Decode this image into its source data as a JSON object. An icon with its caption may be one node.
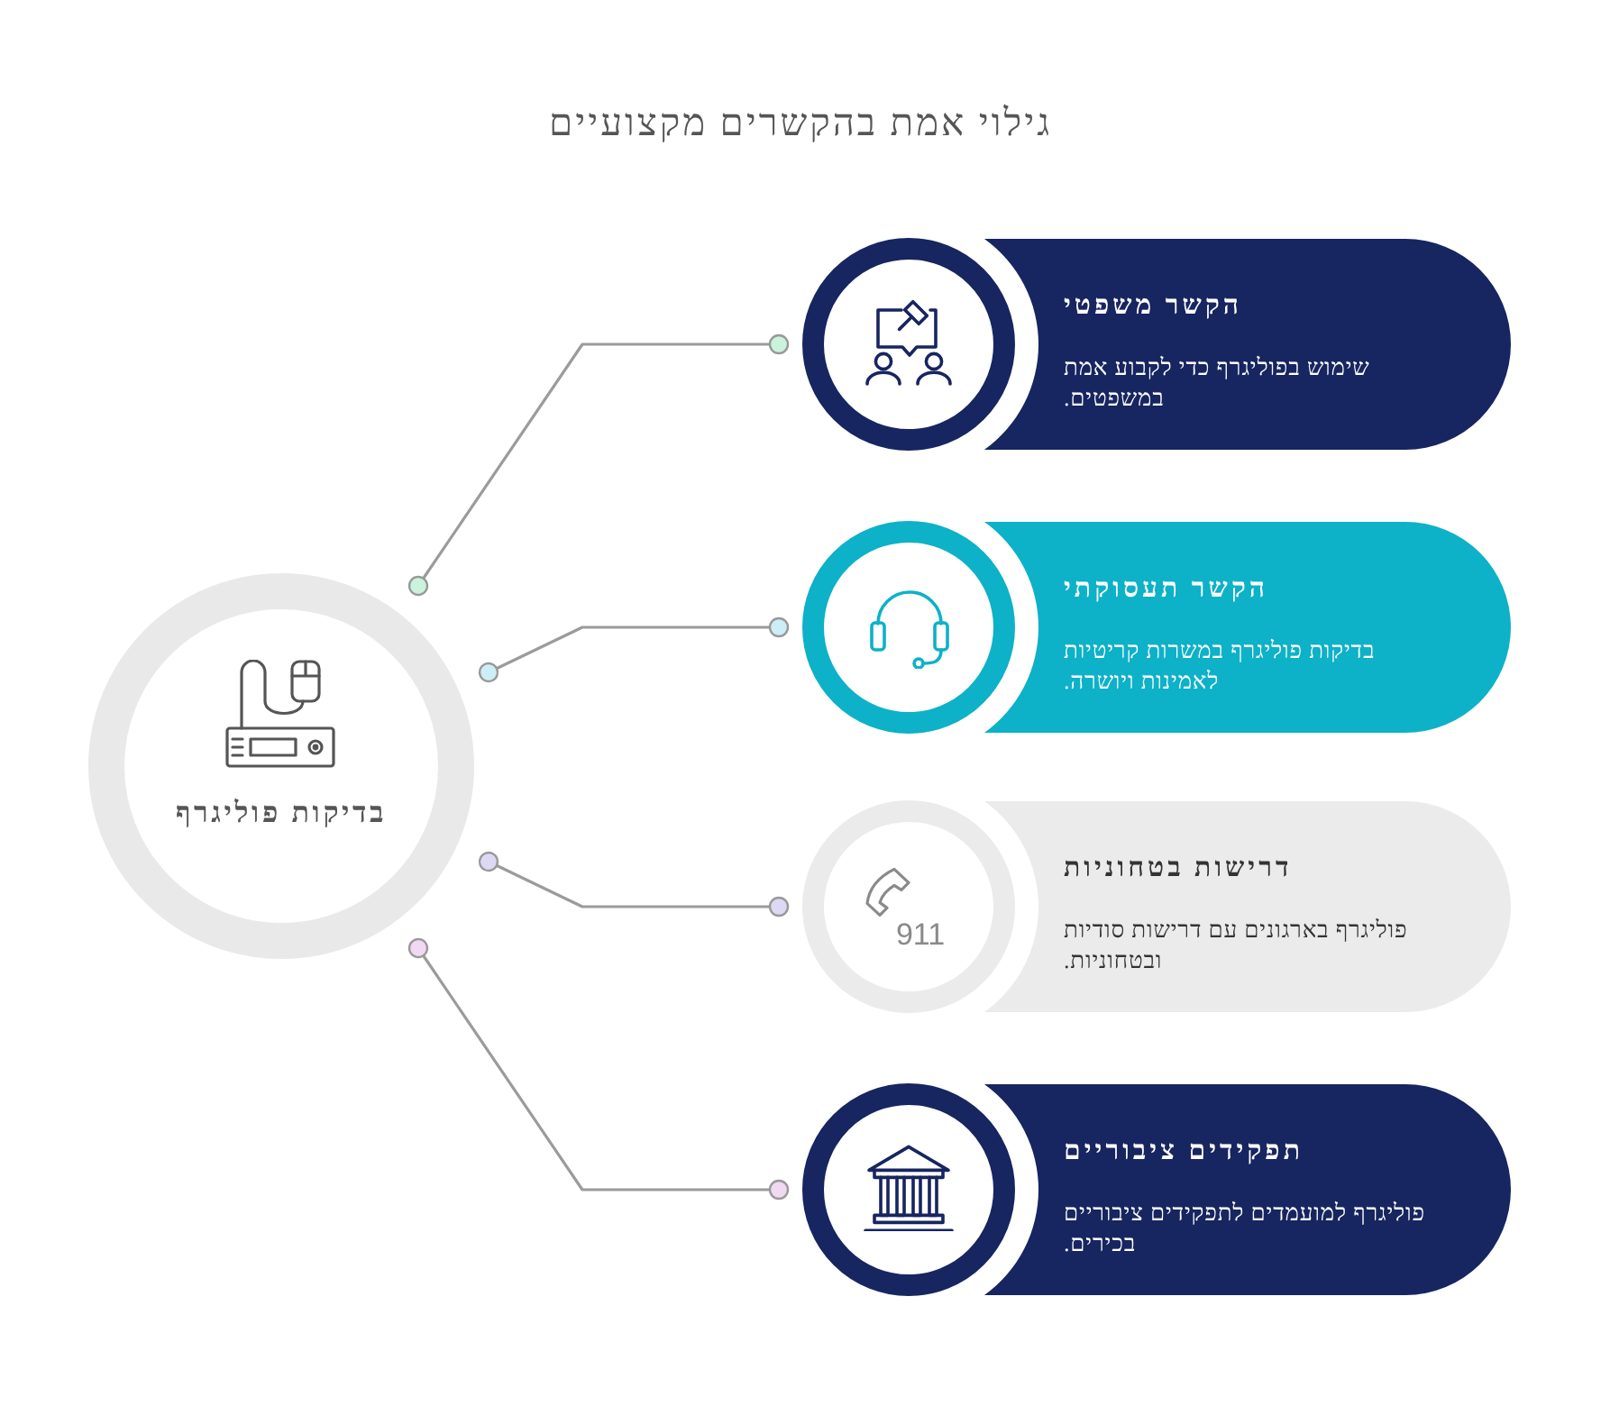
{
  "diagram": {
    "title": "גילוי אמת בהקשרים מקצועיים",
    "nodes": [
      {
        "text": [
          "בדיקות פוליגרף"
        ]
      },
      {
        "text": [
          "הקשר משפטי",
          "שימוש בפוליגרף כדי לקבוע אמת במשפטים."
        ]
      },
      {
        "text": [
          "הקשר תעסוקתי",
          "בדיקות פוליגרף במשרות קריטיות לאמינות ויושרה."
        ]
      },
      {
        "text": [
          "דרישות בטחוניות",
          "פוליגרף בארגונים עם דרישות סודיות ובטחוניות."
        ]
      },
      {
        "text": [
          "תפקידים ציבוריים",
          "פוליגרף למועמדים לתפקידים ציבוריים בכירים."
        ]
      }
    ],
    "edges": [
      {
        "from": 0,
        "to": 1,
        "arrow": "other"
      },
      {
        "from": 0,
        "to": 2,
        "arrow": "other"
      },
      {
        "from": 0,
        "to": 3,
        "arrow": "other"
      },
      {
        "from": 0,
        "to": 4,
        "arrow": "other"
      }
    ],
    "labels": [
      "911"
    ]
  }
}
